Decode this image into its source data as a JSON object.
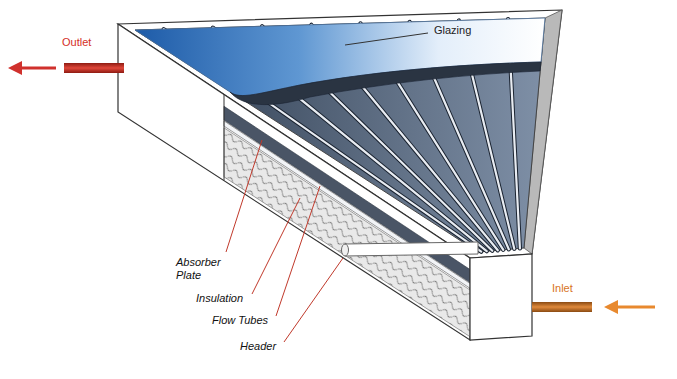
{
  "diagram": {
    "labels": [
      "Outlet",
      "Glazing",
      "Absorber Plate",
      "Insulation",
      "Flow Tubes",
      "Header",
      "Inlet"
    ]
  }
}
